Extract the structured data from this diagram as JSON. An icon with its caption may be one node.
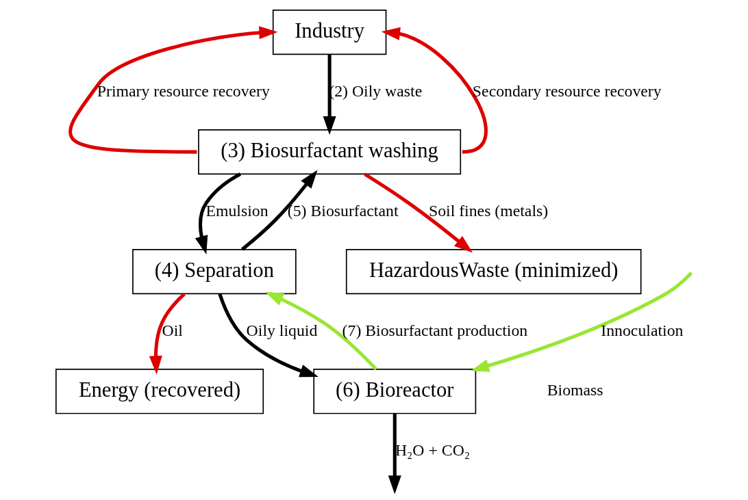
{
  "diagram": {
    "nodes": [
      {
        "text": [
          "Industry"
        ]
      },
      {
        "text": [
          "(3) Biosurfactant washing"
        ]
      },
      {
        "text": [
          "(4) Separation"
        ]
      },
      {
        "text": [
          "Energy (recovered)"
        ]
      },
      {
        "text": [
          "HazardousWaste (minimized)"
        ]
      },
      {
        "text": [
          "(6) Bioreactor"
        ]
      }
    ],
    "edges": [
      {
        "from": 1,
        "to": 0,
        "arrow": "to",
        "label": "Primary resource recovery",
        "color": "#dd0000"
      },
      {
        "from": 1,
        "to": 0,
        "arrow": "to",
        "label": "Secondary resource recovery",
        "color": "#dd0000"
      },
      {
        "from": 0,
        "to": 1,
        "arrow": "to",
        "label": "(2) Oily waste"
      },
      {
        "from": 1,
        "to": 2,
        "arrow": "to",
        "label": "Emulsion"
      },
      {
        "from": 2,
        "to": 1,
        "arrow": "to",
        "label": "(5) Biosurfactant"
      },
      {
        "from": 1,
        "to": 4,
        "arrow": "to",
        "label": "Soil fines (metals)",
        "color": "#dd0000"
      },
      {
        "from": 2,
        "to": 3,
        "arrow": "to",
        "label": "Oil",
        "color": "#dd0000"
      },
      {
        "from": 2,
        "to": 5,
        "arrow": "to",
        "label": "Oily liquid"
      },
      {
        "from": 5,
        "to": 2,
        "arrow": "to",
        "label": "(7) Biosurfactant production",
        "color": "#99e633"
      },
      {
        "from": null,
        "to": 5,
        "arrow": "to",
        "label": "Innoculation",
        "color": "#99e633"
      },
      {
        "from": 5,
        "to": null,
        "arrow": "to",
        "label": "H₂O + CO₂"
      }
    ],
    "labels": [
      "Biomass"
    ]
  }
}
